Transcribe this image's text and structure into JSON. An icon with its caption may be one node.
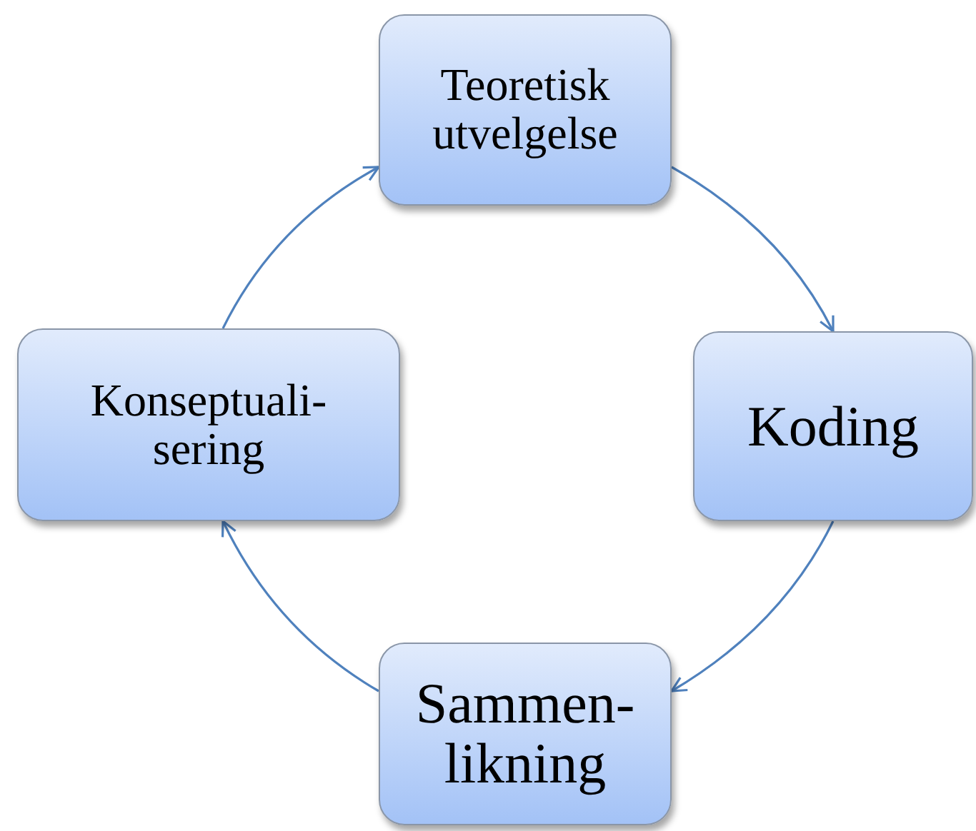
{
  "diagram": {
    "nodes": [
      {
        "text": [
          "Teoretisk utvelgelse"
        ]
      },
      {
        "text": [
          "Koding"
        ]
      },
      {
        "text": [
          "Sammen- likning"
        ]
      },
      {
        "text": [
          "Konseptuali- sering"
        ]
      }
    ],
    "edges": [
      {
        "from": 0,
        "to": 1,
        "arrow": "to"
      },
      {
        "from": 1,
        "to": 2,
        "arrow": "to"
      },
      {
        "from": 2,
        "to": 3,
        "arrow": "to"
      },
      {
        "from": 3,
        "to": 0,
        "arrow": "to"
      }
    ]
  }
}
